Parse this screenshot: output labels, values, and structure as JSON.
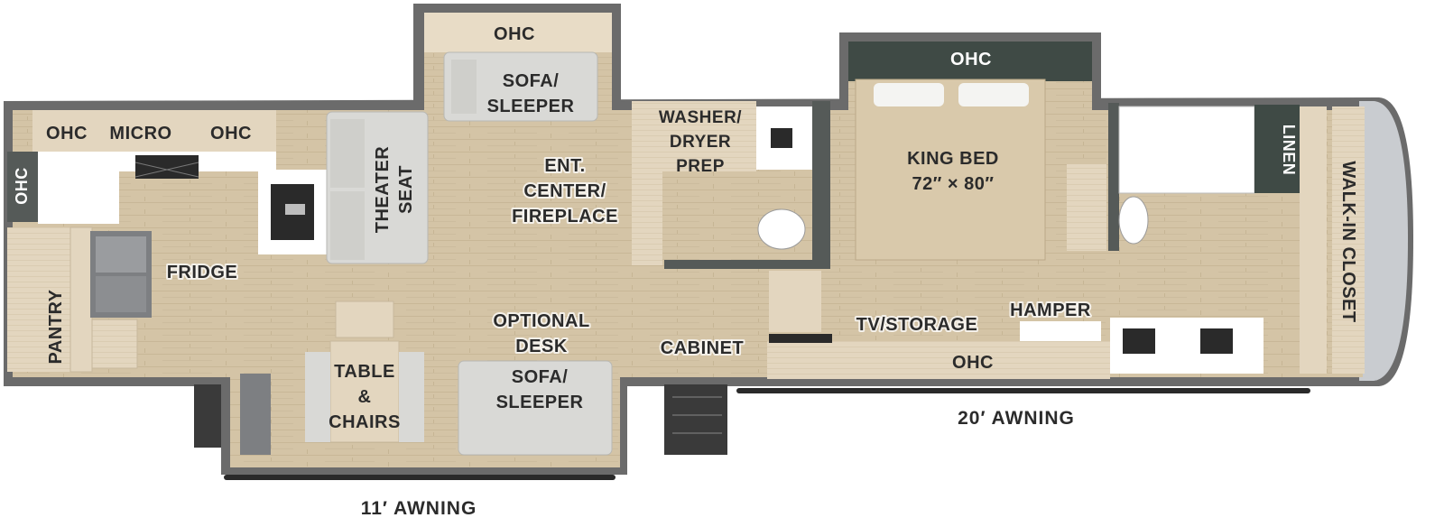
{
  "colors": {
    "wall": "#6b6b6b",
    "wall_dark": "#555a58",
    "floor": "#d4c4a6",
    "cabinet": "#e3d6bf",
    "ohc_band": "#e8dcc6",
    "sofa": "#d9d9d6",
    "counter": "#ffffff",
    "bed_header": "#3f4a45",
    "linen": "#3f4a45",
    "nose": "#c9ccd0",
    "awning": "#2a2a2a",
    "text": "#2b2b2b"
  },
  "labels": {
    "ohc_kitchen_left": "OHC",
    "micro": "MICRO",
    "ohc_kitchen_right": "OHC",
    "ohc_side": "OHC",
    "pantry": "PANTRY",
    "fridge": "FRIDGE",
    "theater_seat_line1": "THEATER",
    "theater_seat_line2": "SEAT",
    "ohc_top_slide": "OHC",
    "sofa_top_line1": "SOFA/",
    "sofa_top_line2": "SLEEPER",
    "ent_center_line1": "ENT.",
    "ent_center_line2": "CENTER/",
    "ent_center_line3": "FIREPLACE",
    "washer_line1": "WASHER/",
    "washer_line2": "DRYER",
    "washer_line3": "PREP",
    "ohc_bedroom": "OHC",
    "king_bed_line1": "KING BED",
    "king_bed_line2": "72″ × 80″",
    "linen": "LINEN",
    "walk_in_closet": "WALK-IN CLOSET",
    "optional_desk_line1": "OPTIONAL",
    "optional_desk_line2": "DESK",
    "table_line1": "TABLE",
    "table_line2": "&",
    "table_line3": "CHAIRS",
    "sofa_bottom_line1": "SOFA/",
    "sofa_bottom_line2": "SLEEPER",
    "cabinet": "CABINET",
    "tv_storage": "TV/STORAGE",
    "hamper": "HAMPER",
    "ohc_bottom": "OHC",
    "awning_20": "20′ AWNING",
    "awning_11": "11′ AWNING"
  }
}
